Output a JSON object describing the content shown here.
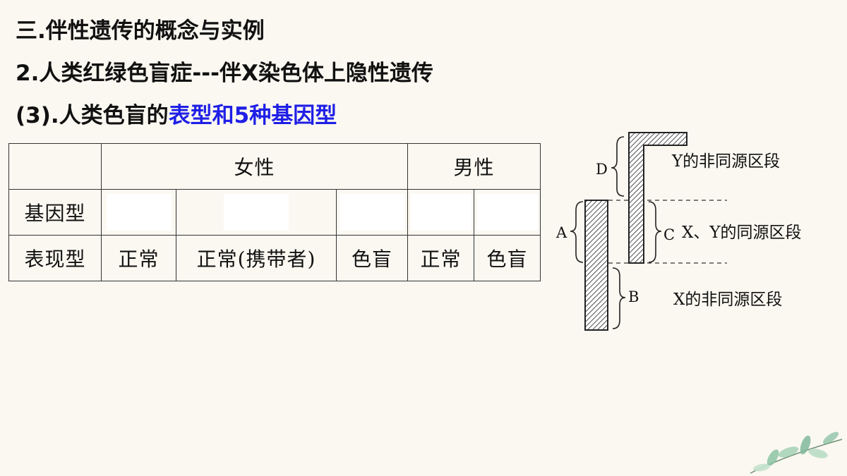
{
  "headings": {
    "line1": "三.伴性遗传的概念与实例",
    "line2": "2.人类红绿色盲症---伴X染色体上隐性遗传",
    "line3_prefix": "(3).人类色盲的",
    "line3_highlight": "表型和5种基因型"
  },
  "colors": {
    "highlight": "#1f1fe6",
    "background": "#fbf8f1",
    "leaf": "#7fb89a"
  },
  "table": {
    "female_header": "女性",
    "male_header": "男性",
    "genotype_label": "基因型",
    "phenotype_label": "表现型",
    "phenotypes": [
      "正常",
      "正常(携带者)",
      "色盲",
      "正常",
      "色盲"
    ]
  },
  "diagram": {
    "label_d": "D",
    "label_a": "A",
    "label_c": "C",
    "label_b": "B",
    "y_nonhomologous": "Y的非同源区段",
    "xy_homologous": "X、Y的同源区段",
    "x_nonhomologous": "X的非同源区段"
  },
  "decoration": {
    "icon": "leaf-branch-icon"
  }
}
